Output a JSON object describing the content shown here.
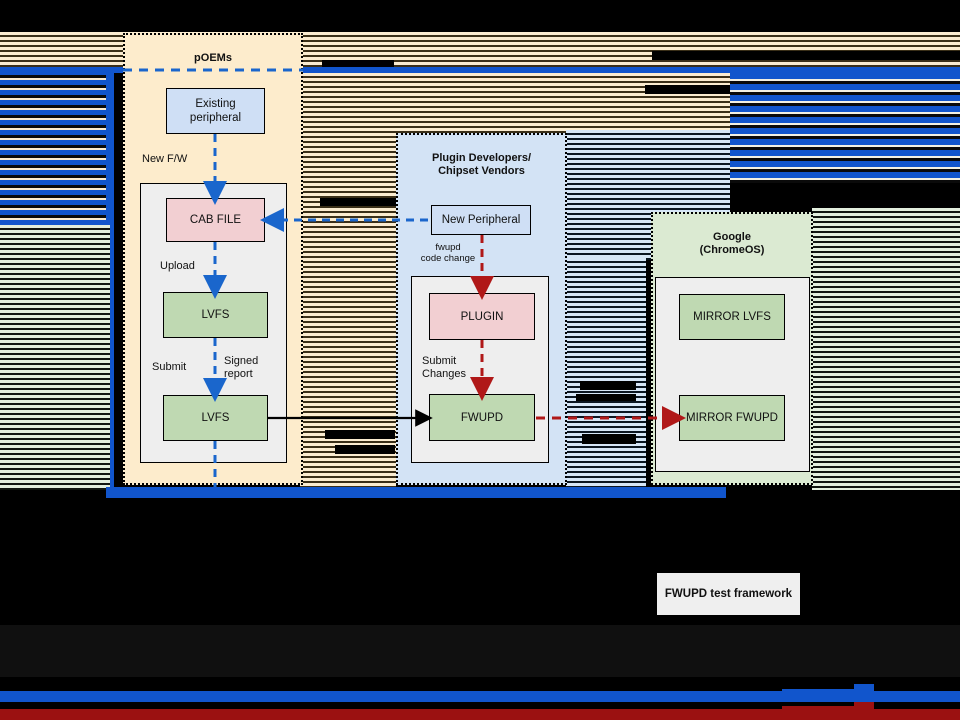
{
  "diagram": {
    "title_hidden": true,
    "groups": [
      {
        "id": "poems",
        "label": "pOEMs",
        "fill": "#fdeccc"
      },
      {
        "id": "plugin",
        "label": "Plugin Developers/\nChipset Vendors",
        "fill": "#d3e3f5"
      },
      {
        "id": "google",
        "label": "Google\n(ChromeOS)",
        "fill": "#dbead2"
      }
    ],
    "nodes": {
      "existing_peripheral": "Existing\nperipheral",
      "cab_file": "CAB FILE",
      "lvfs_upload": "LVFS",
      "lvfs_submit": "LVFS",
      "new_peripheral": "New Peripheral",
      "plugin": "PLUGIN",
      "fwupd": "FWUPD",
      "mirror_lvfs": "MIRROR LVFS",
      "mirror_fwupd": "MIRROR FWUPD",
      "test_framework": "FWUPD test framework"
    },
    "edge_labels": {
      "new_fw": "New F/W",
      "upload": "Upload",
      "submit": "Submit",
      "signed_report": "Signed\nreport",
      "fwupd_code_change": "fwupd\ncode change",
      "submit_changes": "Submit\nChanges"
    },
    "colors": {
      "blue_flow": "#1a66cc",
      "red_flow": "#b01818",
      "black_flow": "#000000",
      "node_blue": "#cfdff5",
      "node_pink": "#f2cfd2",
      "node_green": "#bfd9b2",
      "group_poems": "#fdeccc",
      "group_plugin": "#d3e3f5",
      "group_google": "#dbead2"
    }
  }
}
